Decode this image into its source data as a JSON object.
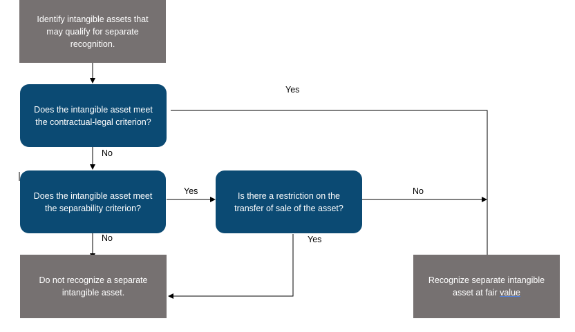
{
  "nodes": {
    "identify": "Identify intangible assets that may qualify for separate recognition.",
    "contractual": "Does the intangible asset meet the contractual-legal criterion?",
    "separability": "Does the intangible asset meet the separability criterion?",
    "restriction": "Is there a restriction on the transfer of sale of the asset?",
    "not_recognize": "Do not recognize a separate intangible asset.",
    "recognize": "Recognize separate intangible asset at fair",
    "recognize_tail": "value"
  },
  "edge_labels": {
    "contractual_yes": "Yes",
    "contractual_no": "No",
    "separability_yes": "Yes",
    "separability_no": "No",
    "restriction_no": "No",
    "restriction_yes": "Yes"
  },
  "colors": {
    "gray_box": "#767171",
    "blue_box": "#0b4a73",
    "line": "#000000"
  }
}
